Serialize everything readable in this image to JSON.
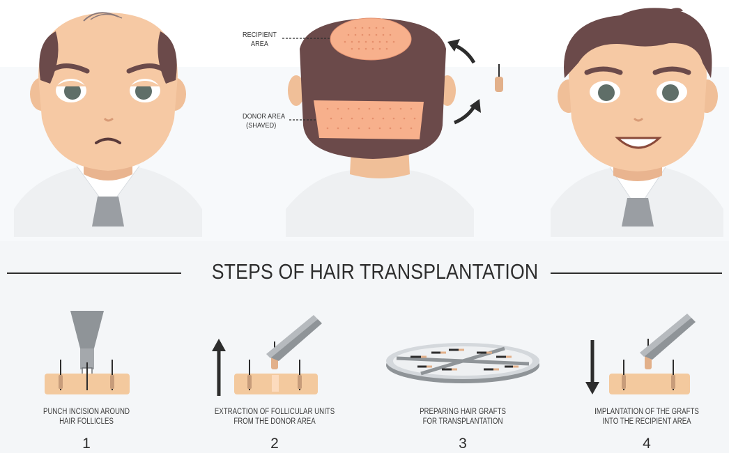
{
  "title": "STEPS OF HAIR TRANSPLANTATION",
  "head_labels": {
    "recipient_line1": "RECIPIENT",
    "recipient_line2": "AREA",
    "donor_line1": "DONOR AREA",
    "donor_line2": "(SHAVED)"
  },
  "steps": [
    {
      "number": "1",
      "caption_line1": "PUNCH INCISION AROUND",
      "caption_line2": "HAIR FOLLICLES"
    },
    {
      "number": "2",
      "caption_line1": "EXTRACTION OF FOLLICULAR UNITS",
      "caption_line2": "FROM THE DONOR AREA"
    },
    {
      "number": "3",
      "caption_line1": "PREPARING HAIR GRAFTS",
      "caption_line2": "FOR TRANSPLANTATION"
    },
    {
      "number": "4",
      "caption_line1": "IMPLANTATION OF THE GRAFTS",
      "caption_line2": "INTO THE RECIPIENT AREA"
    }
  ],
  "colors": {
    "skin": "#f6c9a4",
    "hair": "#6b4a4a",
    "eye": "#5f6e68",
    "shirt": "#eef0f2",
    "tie": "#9a9ea3",
    "dark": "#2d2d2d"
  }
}
